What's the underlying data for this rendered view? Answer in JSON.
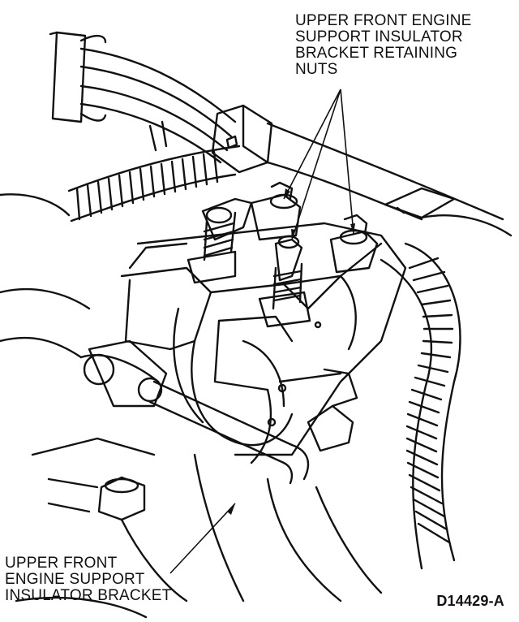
{
  "diagram": {
    "callout_top": {
      "lines": [
        "UPPER FRONT ENGINE",
        "SUPPORT INSULATOR",
        "BRACKET RETAINING",
        "NUTS"
      ]
    },
    "callout_bottom": {
      "lines": [
        "UPPER FRONT",
        "ENGINE SUPPORT",
        "INSULATOR BRACKET"
      ]
    },
    "figure_id": "D14429-A",
    "colors": {
      "ink": "#111111",
      "paper": "#ffffff"
    }
  }
}
